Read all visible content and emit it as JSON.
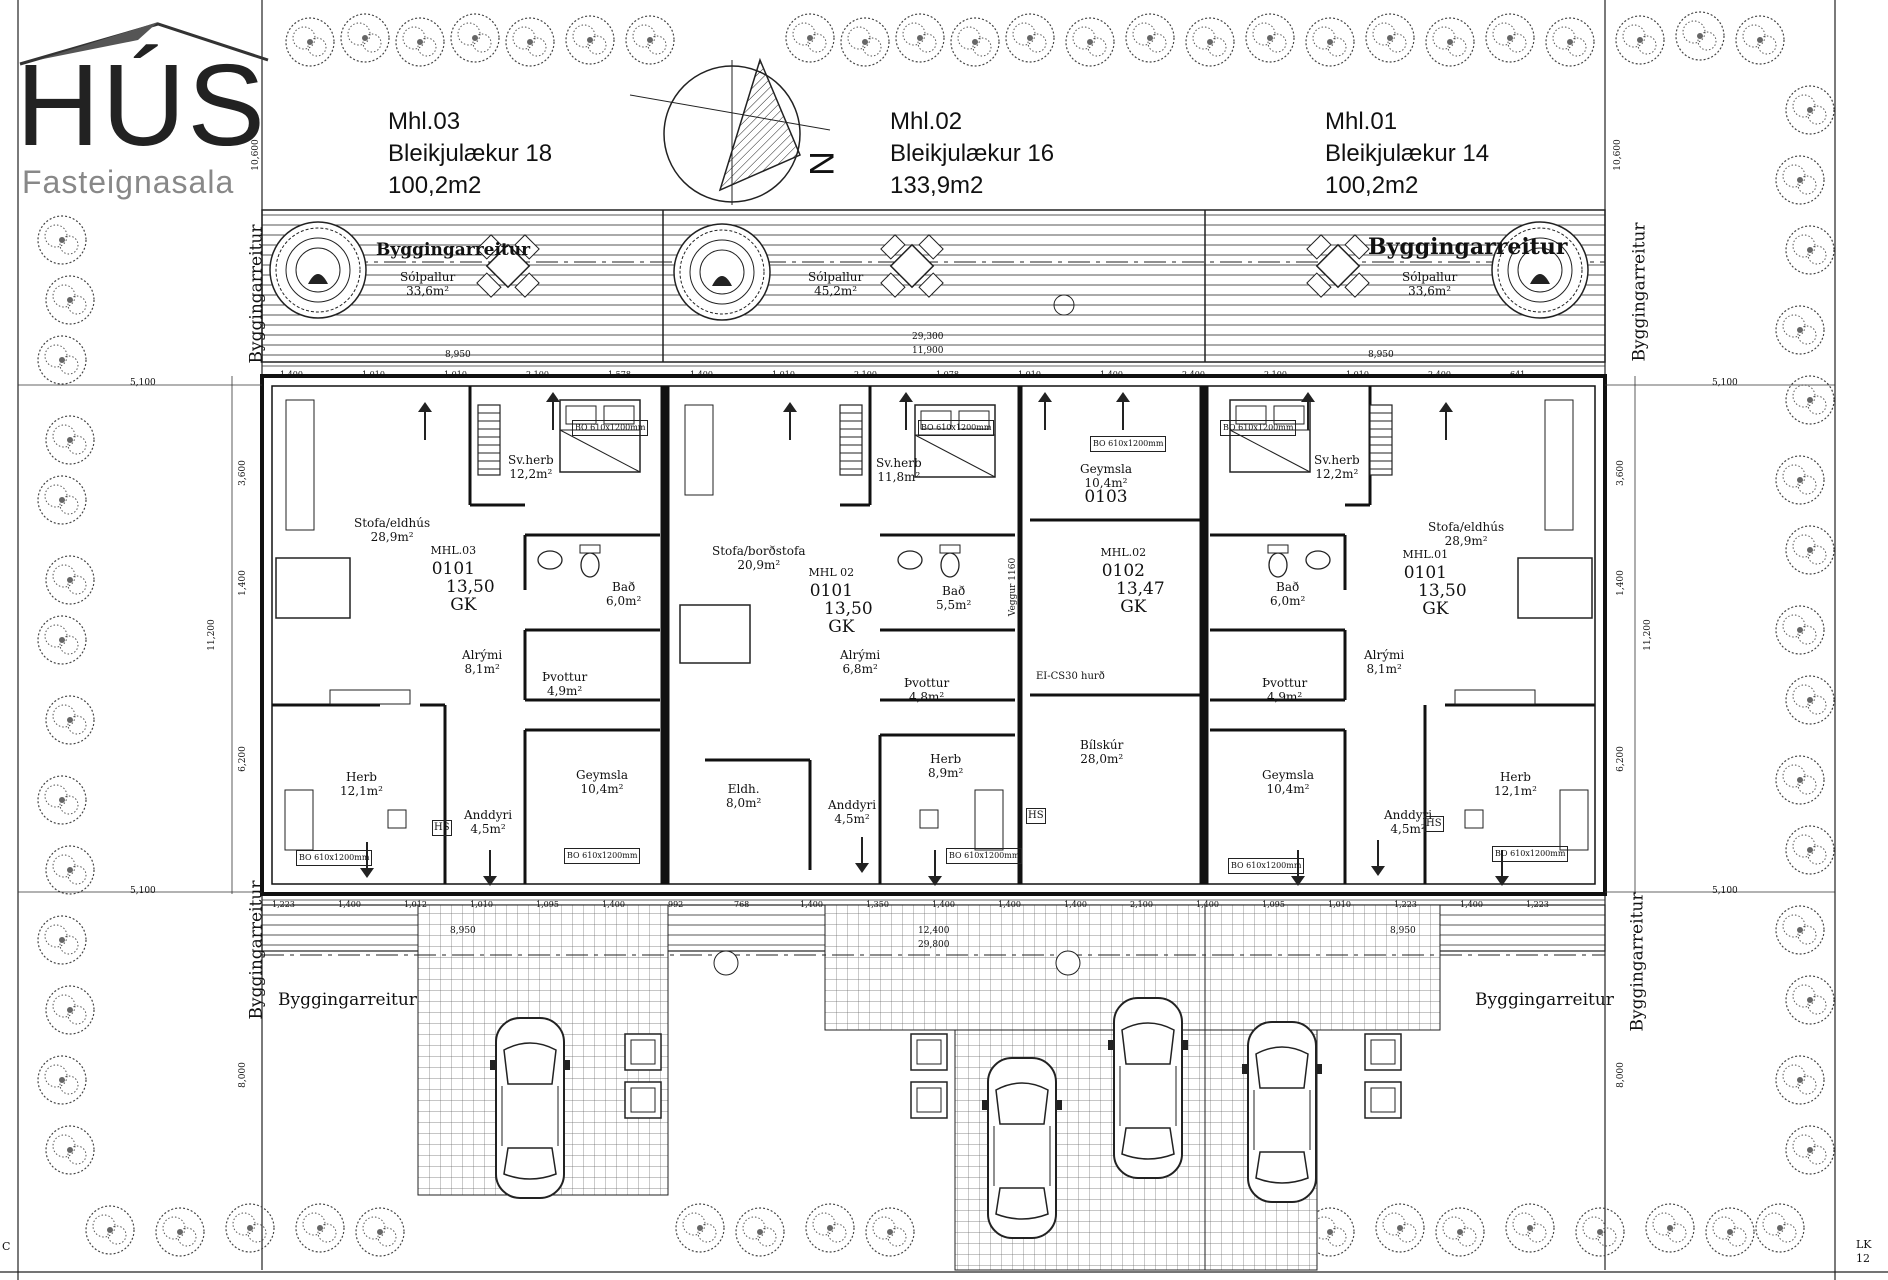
{
  "logo": {
    "title": "HÚS",
    "subtitle": "Fasteignasala"
  },
  "units": [
    {
      "mhl": "Mhl.03",
      "address": "Bleikjulækur 18",
      "area": "100,2m2"
    },
    {
      "mhl": "Mhl.02",
      "address": "Bleikjulækur 16",
      "area": "133,9m2"
    },
    {
      "mhl": "Mhl.01",
      "address": "Bleikjulækur 14",
      "area": "100,2m2"
    }
  ],
  "building_zone_label": "Byggingarreitur",
  "sun_decks": [
    {
      "label": "Sólpallur",
      "area": "33,6m²"
    },
    {
      "label": "Sólpallur",
      "area": "45,2m²"
    },
    {
      "label": "Sólpallur",
      "area": "33,6m²"
    }
  ],
  "rooms": {
    "left": {
      "stofa": {
        "label": "Stofa/eldhús",
        "area": "28,9m²"
      },
      "svherb": {
        "label": "Sv.herb",
        "area": "12,2m²"
      },
      "bad": {
        "label": "Bað",
        "area": "6,0m²"
      },
      "alrymi": {
        "label": "Alrými",
        "area": "8,1m²"
      },
      "thvottur": {
        "label": "Þvottur",
        "area": "4,9m²"
      },
      "herb": {
        "label": "Herb",
        "area": "12,1m²"
      },
      "geymsla": {
        "label": "Geymsla",
        "area": "10,4m²"
      },
      "anddyri": {
        "label": "Anddyri",
        "area": "4,5m²"
      },
      "mhl": "MHL.03",
      "unit_no": "0101",
      "height": "13,50",
      "floor": "GK"
    },
    "middle": {
      "stofa": {
        "label": "Stofa/borðstofa",
        "area": "20,9m²"
      },
      "svherb": {
        "label": "Sv.herb",
        "area": "11,8m²"
      },
      "bad": {
        "label": "Bað",
        "area": "5,5m²"
      },
      "alrymi": {
        "label": "Alrými",
        "area": "6,8m²"
      },
      "thvottur": {
        "label": "Þvottur",
        "area": "4,8m²"
      },
      "herb": {
        "label": "Herb",
        "area": "8,9m²"
      },
      "eldh": {
        "label": "Eldh.",
        "area": "8,0m²"
      },
      "anddyri": {
        "label": "Anddyri",
        "area": "4,5m²"
      },
      "geymsla": {
        "label": "Geymsla",
        "area": "10,4m²",
        "unit_no": "0103"
      },
      "bilskur": {
        "label": "Bílskúr",
        "area": "28,0m²"
      },
      "mhl": "MHL 02",
      "unit_no": "0101",
      "height": "13,50",
      "floor": "GK",
      "garage_mhl": "MHL.02",
      "garage_unit_no": "0102",
      "garage_height": "13,47",
      "garage_floor": "GK",
      "fire_door": "EI-CS30 hurð"
    },
    "right": {
      "stofa": {
        "label": "Stofa/eldhús",
        "area": "28,9m²"
      },
      "svherb": {
        "label": "Sv.herb",
        "area": "12,2m²"
      },
      "bad": {
        "label": "Bað",
        "area": "6,0m²"
      },
      "alrymi": {
        "label": "Alrými",
        "area": "8,1m²"
      },
      "thvottur": {
        "label": "Þvottur",
        "area": "4,9m²"
      },
      "herb": {
        "label": "Herb",
        "area": "12,1m²"
      },
      "geymsla": {
        "label": "Geymsla",
        "area": "10,4m²"
      },
      "anddyri": {
        "label": "Anddyri",
        "area": "4,5m²"
      },
      "mhl": "MHL.01",
      "unit_no": "0101",
      "height": "13,50",
      "floor": "GK"
    }
  },
  "window_tag": "BO 610x1200mm",
  "dimensions": {
    "total_width": "29,300",
    "inner_width": "11,900",
    "bottom_total": "29,800",
    "bottom_inner": "12,400",
    "left_seg": "8,950",
    "right_seg": "8,950",
    "bottom_left_seg": "8,950",
    "bottom_right_seg": "8,950",
    "depth": "11,200",
    "setback": "5,100",
    "top_row": [
      "1,400",
      "1,010",
      "1,010",
      "2,100",
      "1,578",
      "1,400",
      "1,010",
      "2,100",
      "1,078",
      "1,010",
      "1,400",
      "2,400",
      "2,100",
      "1,010",
      "2,400",
      "641"
    ],
    "bottom_row": [
      "1,223",
      "1,400",
      "1,012",
      "1,010",
      "1,095",
      "1,400",
      "992",
      "768",
      "1,400",
      "1,350",
      "1,400",
      "1,400",
      "1,400",
      "2,100",
      "1,400",
      "1,095",
      "1,010",
      "1,223",
      "1,400",
      "1,223"
    ],
    "side_left": [
      "3,600",
      "1,400",
      "6,200",
      "8,000"
    ],
    "side_right": [
      "3,600",
      "1,400",
      "6,200",
      "8,000"
    ],
    "top_side": "10,600"
  },
  "hs_label": "HS",
  "vegg_label": "Veggur 1160",
  "corner_labels": {
    "left": "C",
    "right": "LK",
    "right_sub": "12"
  },
  "north_label": "N"
}
